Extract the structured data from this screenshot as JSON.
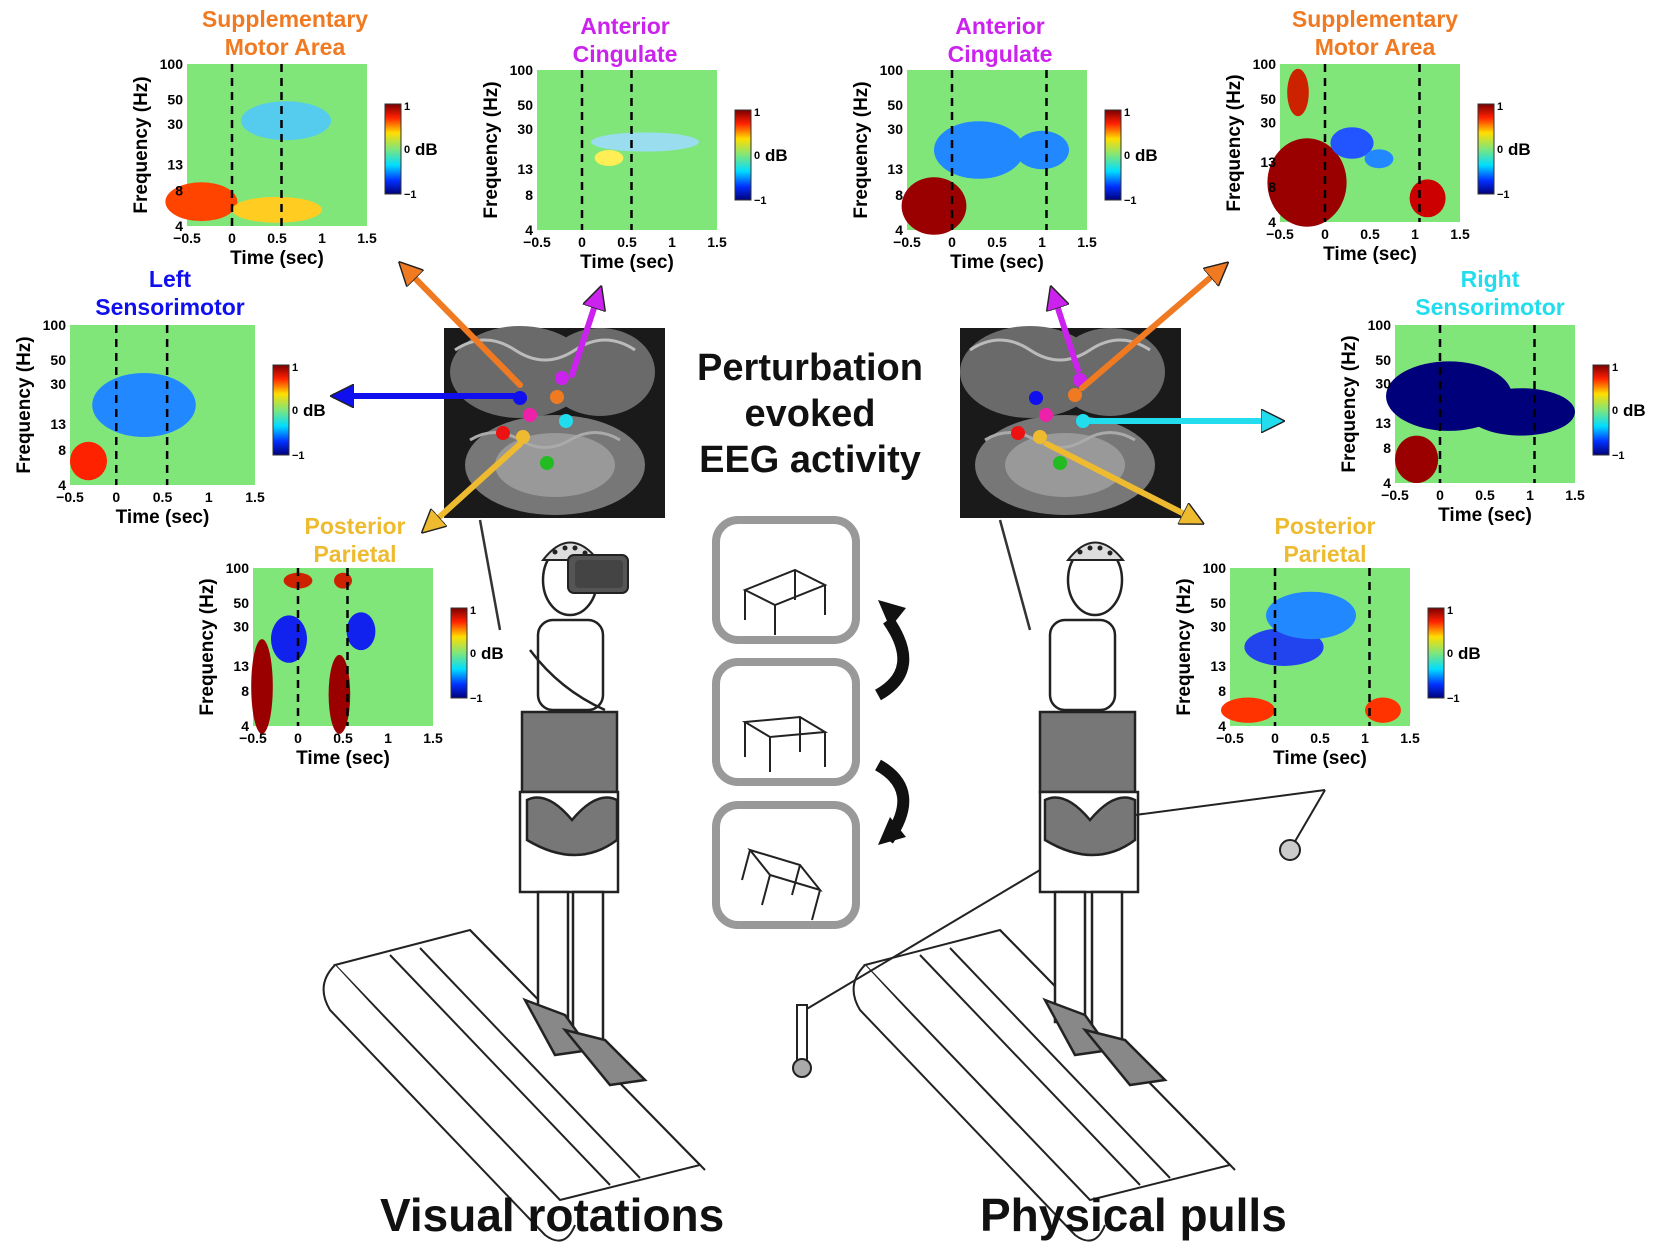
{
  "center_title": [
    "Perturbation",
    "evoked",
    "EEG activity"
  ],
  "captions": {
    "left": "Visual rotations",
    "right": "Physical pulls"
  },
  "axis": {
    "xlabel": "Time (sec)",
    "ylabel": "Frequency (Hz)",
    "xticks": [
      "−0.5",
      "0",
      "0.5",
      "1",
      "1.5"
    ],
    "yticks": [
      "100",
      "50",
      "30",
      "13",
      "8",
      "4"
    ],
    "colorbar": {
      "max": "1",
      "mid": "0",
      "min": "−1",
      "unit": "dB"
    }
  },
  "colors": {
    "sma": "#f07a22",
    "acc": "#cc22ee",
    "sensorimotor_left": "#1010ee",
    "sensorimotor_right": "#22ddee",
    "parietal": "#eebb30",
    "background_green": "#80e67a"
  },
  "panels": [
    {
      "id": "left-sma",
      "title": [
        "Supplementary",
        "Motor Area"
      ],
      "color": "#f07a22",
      "second_dash": 0.55
    },
    {
      "id": "left-acc",
      "title": [
        "Anterior",
        "Cingulate"
      ],
      "color": "#cc22ee",
      "second_dash": 0.55
    },
    {
      "id": "left-sensorimotor",
      "title": [
        "Left",
        "Sensorimotor"
      ],
      "color": "#1010ee",
      "second_dash": 0.55
    },
    {
      "id": "left-parietal",
      "title": [
        "Posterior",
        "Parietal"
      ],
      "color": "#eebb30",
      "second_dash": 0.55
    },
    {
      "id": "right-acc",
      "title": [
        "Anterior",
        "Cingulate"
      ],
      "color": "#cc22ee",
      "second_dash": 1.05
    },
    {
      "id": "right-sma",
      "title": [
        "Supplementary",
        "Motor Area"
      ],
      "color": "#f07a22",
      "second_dash": 1.05
    },
    {
      "id": "right-sensorimotor",
      "title": [
        "Right",
        "Sensorimotor"
      ],
      "color": "#22ddee",
      "second_dash": 1.05
    },
    {
      "id": "right-parietal",
      "title": [
        "Posterior",
        "Parietal"
      ],
      "color": "#eebb30",
      "second_dash": 1.05
    }
  ],
  "icons": [
    "brain-mri-icon",
    "person-on-treadmill-icon",
    "vr-headset-icon",
    "eeg-cap-icon",
    "table-scene-icon",
    "rotation-arrow-icon",
    "pulley-icon",
    "treadmill-icon"
  ]
}
